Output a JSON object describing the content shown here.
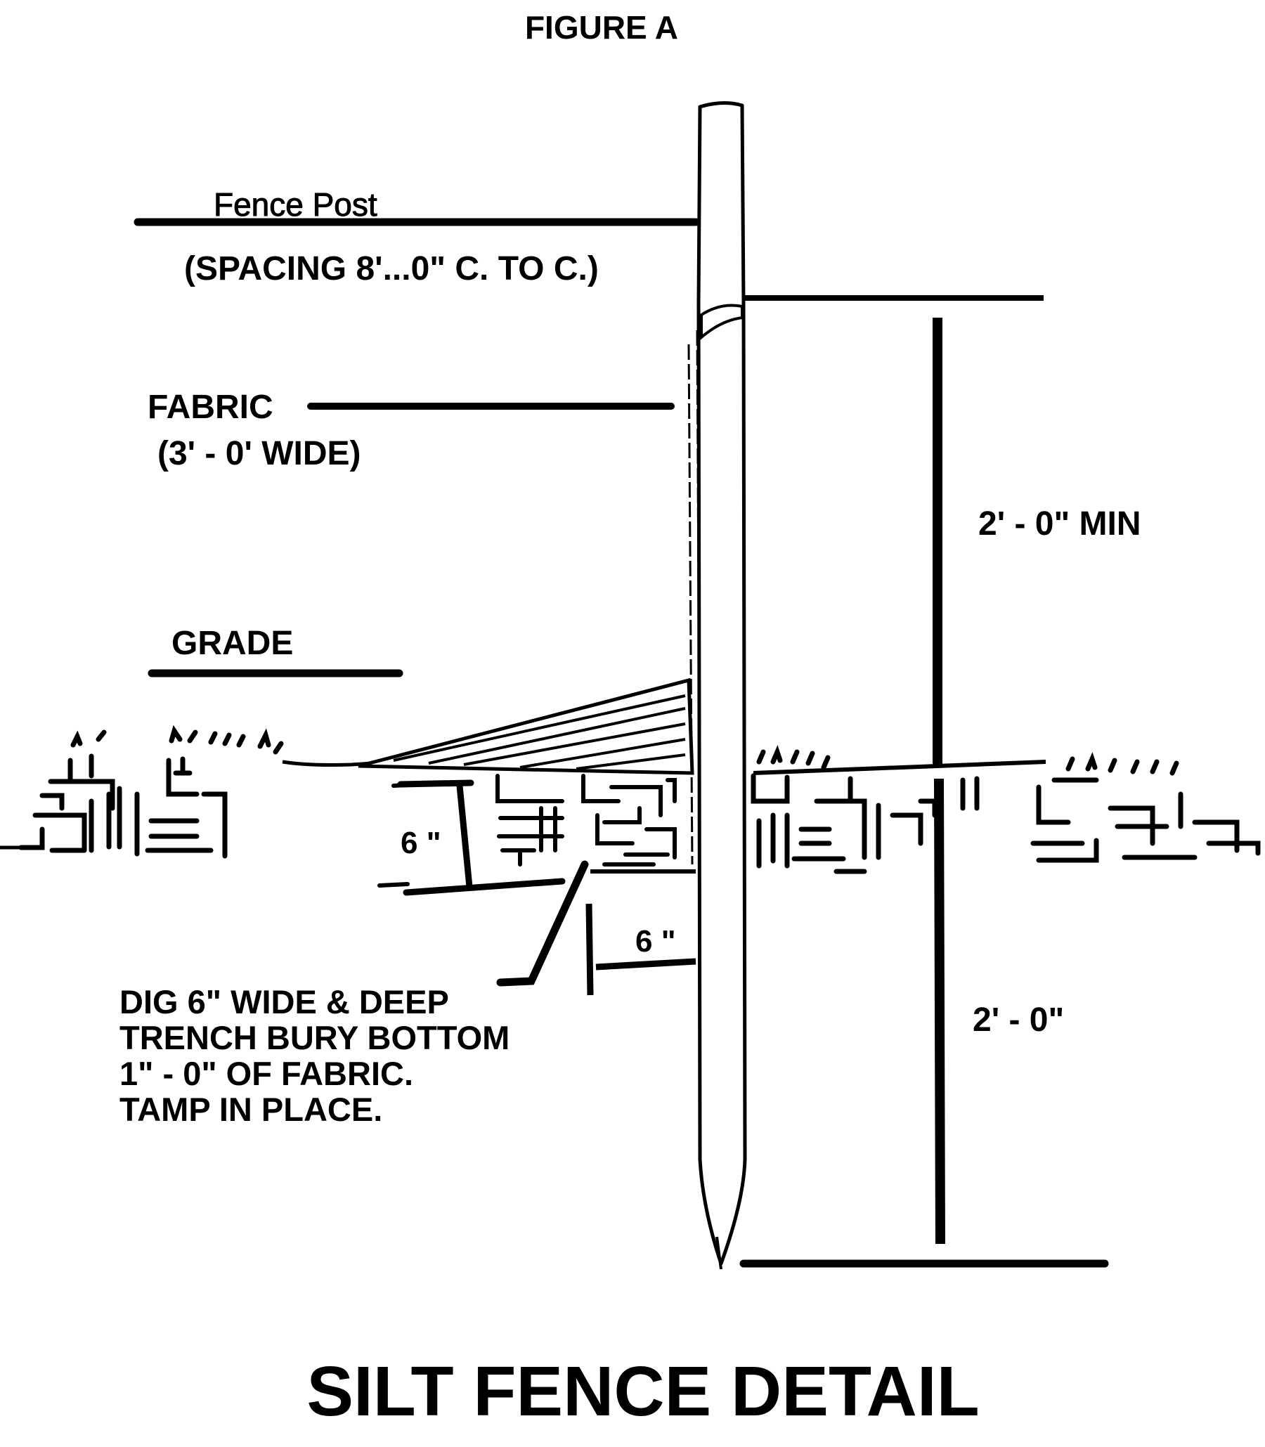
{
  "figure_label": "FIGURE A",
  "title": "SILT FENCE DETAIL",
  "labels": {
    "fence_post": "Fence Post",
    "post_spacing": "(SPACING 8'...0\" C. TO C.)",
    "fabric": "FABRIC",
    "fabric_width": "(3' - 0' WIDE)",
    "grade": "GRADE",
    "above_grade_dimension": "2' - 0\"  MIN",
    "below_grade_dimension": "2' - 0\"",
    "trench_depth": "6 \"",
    "trench_width": "6 \""
  },
  "note_lines": [
    "DIG 6\" WIDE & DEEP",
    "TRENCH BURY BOTTOM",
    "1\" - 0\" OF FABRIC.",
    "TAMP IN PLACE."
  ],
  "colors": {
    "ink": "#000000",
    "paper": "#ffffff"
  }
}
